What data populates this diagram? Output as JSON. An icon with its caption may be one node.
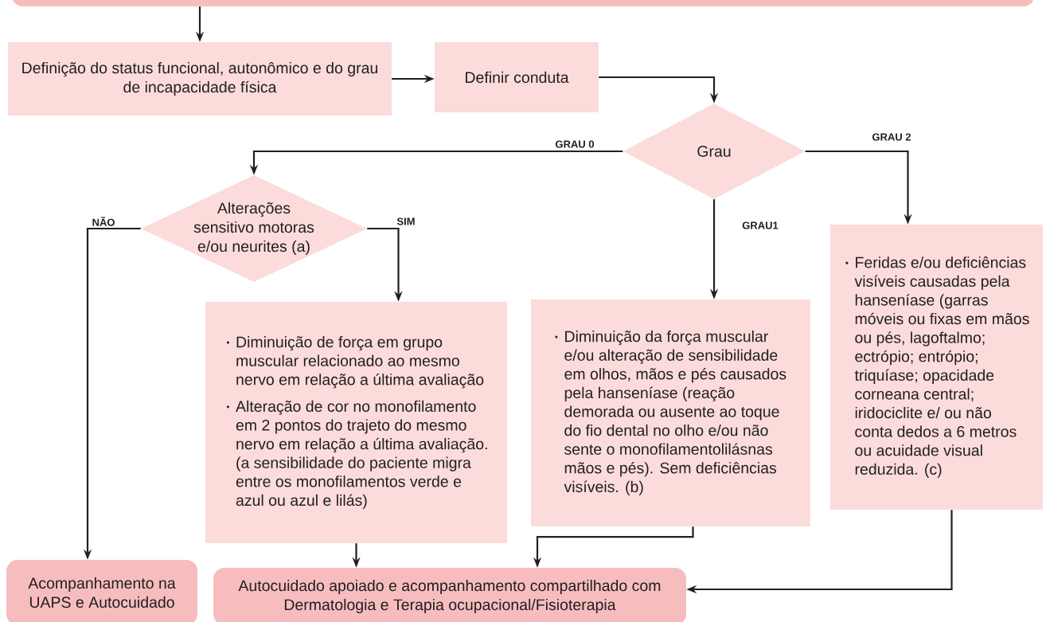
{
  "diagram": {
    "nodes": [
      {
        "text": [],
        "shape": "box"
      },
      {
        "text": [
          "Definição do status funcional, autonômico e do grau de incapacidade física"
        ]
      },
      {
        "text": [
          "Definir conduta"
        ]
      },
      {
        "text": [
          "Grau"
        ]
      },
      {
        "text": [
          "Alterações sensitivo motoras e/ou neurites (a)"
        ]
      },
      {
        "text": [
          "Diminuição de força em grupo muscular relacionado ao mesmo nervo em relação a última avaliação",
          "Alteração de cor no monofilamento em 2 pontos do trajeto do mesmo nervo em relação a última avaliação. (a sensibilidade do paciente migra entre os monofilamentos verde e azul ou azul e lilás)"
        ]
      },
      {
        "text": [
          "Diminuição da força muscular e/ou alteração de sensibilidade em olhos, mãos e pés causados pela hanseníase (reação demorada ou ausente ao toque do fio dental no olho e/ou não sente o monofilamentolilásnas mãos e pés). Sem deficiências visíveis. (b)"
        ]
      },
      {
        "text": [
          "Feridas e/ou deficiências visíveis causadas pela hanseníase (garras móveis ou fixas em mãos ou pés, lagoftalmo; ectrópio; entrópio; triquíase; opacidade corneana central; iridociclite e/ ou não conta dedos a 6 metros ou acuidade visual reduzida. (c)"
        ]
      },
      {
        "text": [
          "Acompanhamento na UAPS e Autocuidado"
        ]
      },
      {
        "text": [
          "Autocuidado apoiado e acompanhamento compartilhado com Dermatologia e Terapia ocupacional/Fisioterapia"
        ]
      }
    ],
    "edges": [
      {
        "from": 0,
        "to": 1,
        "arrow": "to"
      },
      {
        "from": 1,
        "to": 2,
        "arrow": "to"
      },
      {
        "from": 2,
        "to": 3,
        "arrow": "to"
      },
      {
        "from": 3,
        "to": 4,
        "arrow": "to",
        "label": "GRAU 0"
      },
      {
        "from": 3,
        "to": 6,
        "arrow": "to",
        "label": "GRAU1"
      },
      {
        "from": 3,
        "to": 7,
        "arrow": "to",
        "label": "GRAU 2"
      },
      {
        "from": 4,
        "to": 8,
        "arrow": "to",
        "label": "NÃO"
      },
      {
        "from": 4,
        "to": 5,
        "arrow": "to",
        "label": "SIM"
      },
      {
        "from": 5,
        "to": 9,
        "arrow": "to"
      },
      {
        "from": 6,
        "to": 9,
        "arrow": "to"
      },
      {
        "from": 7,
        "to": 9,
        "arrow": "to"
      }
    ]
  }
}
